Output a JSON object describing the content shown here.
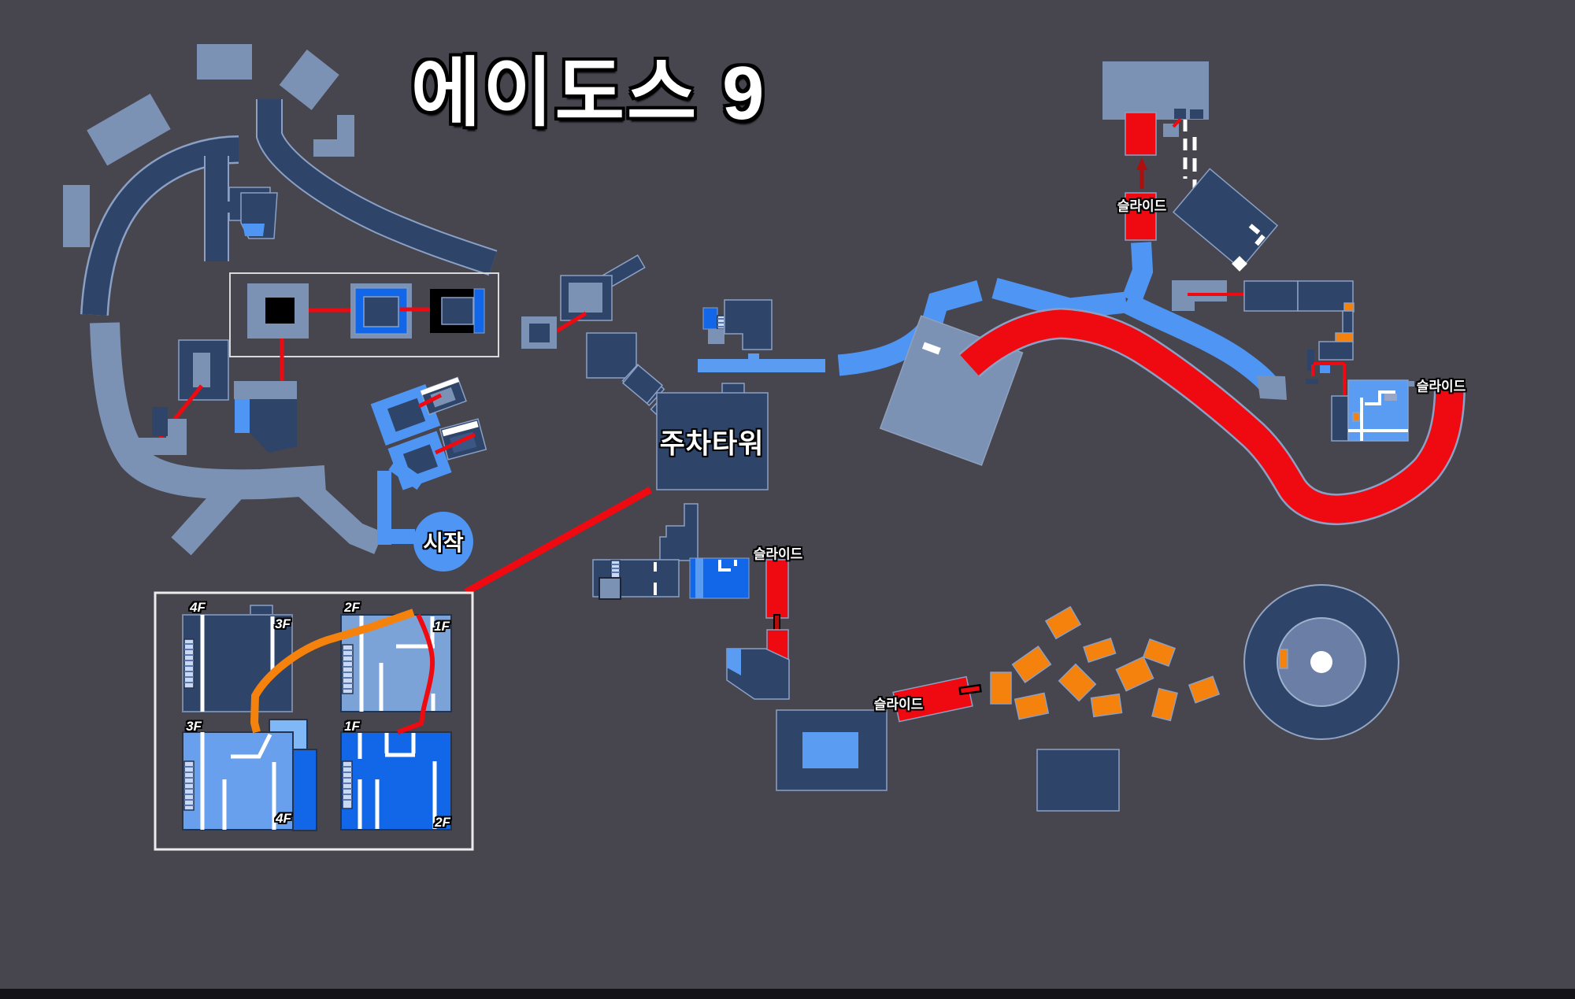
{
  "map": {
    "title": "에이도스 9",
    "labels": {
      "parking_tower": "주차타워",
      "start": "시작",
      "slide": "슬라이드"
    },
    "inset_floors": [
      "4F",
      "3F",
      "2F",
      "1F",
      "3F",
      "4F",
      "1F",
      "2F"
    ]
  },
  "palette": {
    "bg": "#47454e",
    "navy": "#2e4469",
    "navyStroke": "#8ba0c4",
    "blockLight": "#7c92b5",
    "pathBlue": "#4f95f3",
    "midBlue": "#5b9cf3",
    "brightBlue": "#1167e8",
    "cornflower": "#69a0ee",
    "skyBlue": "#7fb7f7",
    "medSlate": "#7ba3d8",
    "red": "#ee0a10",
    "darkRed": "#b00d0d",
    "orange": "#f5820c",
    "insetStroke": "#24344f",
    "innerCircle": "#6b7ea6",
    "lavender": "#9aa6c8",
    "ladderBg": "#c9d8f4",
    "ladderTick": "#5878ae",
    "bottomBar": "#141318"
  }
}
